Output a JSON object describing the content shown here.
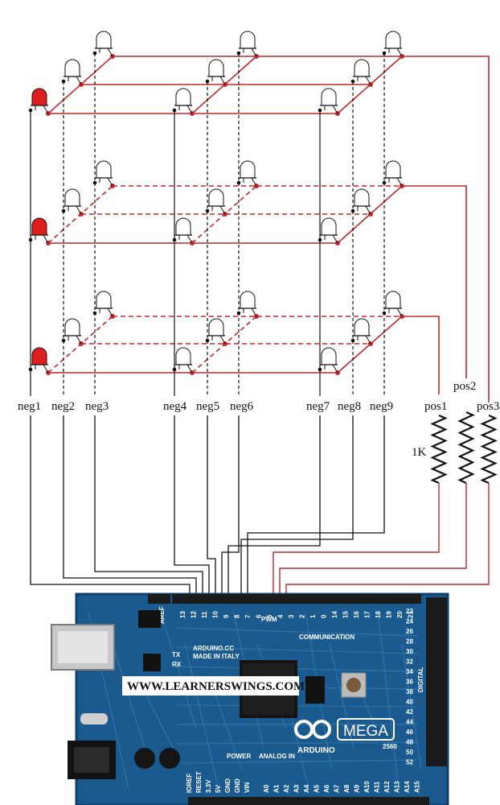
{
  "neg_labels": [
    "neg1",
    "neg2",
    "neg3",
    "neg4",
    "neg5",
    "neg6",
    "neg7",
    "neg8",
    "neg9"
  ],
  "pos_labels": [
    "pos1",
    "pos2",
    "pos3"
  ],
  "resistor_label": "1K",
  "board": {
    "watermark": "WWW.LEARNERSWINGS.COM",
    "brand": "ARDUINO",
    "model": "MEGA",
    "model_number": "2560",
    "made_in": "MADE IN ITALY",
    "site": "ARDUINO.CC",
    "aref": "AREF",
    "gnd": "GND",
    "pwm": "PWM",
    "communication": "COMMUNICATION",
    "tx": "TX",
    "rx": "RX",
    "reset": "RESET",
    "power": "POWER",
    "analog_in": "ANALOG IN",
    "digital": "DIGITAL",
    "top_pins": [
      "13",
      "12",
      "11",
      "10",
      "9",
      "8",
      "7",
      "6",
      "5",
      "4",
      "3",
      "2",
      "1",
      "0",
      "14",
      "15",
      "16",
      "17",
      "18",
      "19",
      "20",
      "21"
    ],
    "analog_pins": [
      "A0",
      "A1",
      "A2",
      "A3",
      "A4",
      "A5",
      "A6",
      "A7",
      "A8",
      "A9",
      "A10",
      "A11",
      "A12",
      "A13",
      "A14",
      "A15"
    ],
    "right_pins": [
      "22",
      "24",
      "26",
      "28",
      "30",
      "32",
      "34",
      "36",
      "38",
      "40",
      "42",
      "44",
      "46",
      "48",
      "50",
      "52"
    ],
    "power_pins": [
      "IOREF",
      "RESET",
      "3.3V",
      "5V",
      "GND",
      "GND",
      "VIN"
    ]
  },
  "colors": {
    "wire_black": "#111111",
    "wire_red": "#c0282d",
    "led_red": "#e01e1e",
    "board_blue": "#1a5a8e",
    "board_dark": "#0f3f69",
    "header": "#1b1b1b"
  }
}
